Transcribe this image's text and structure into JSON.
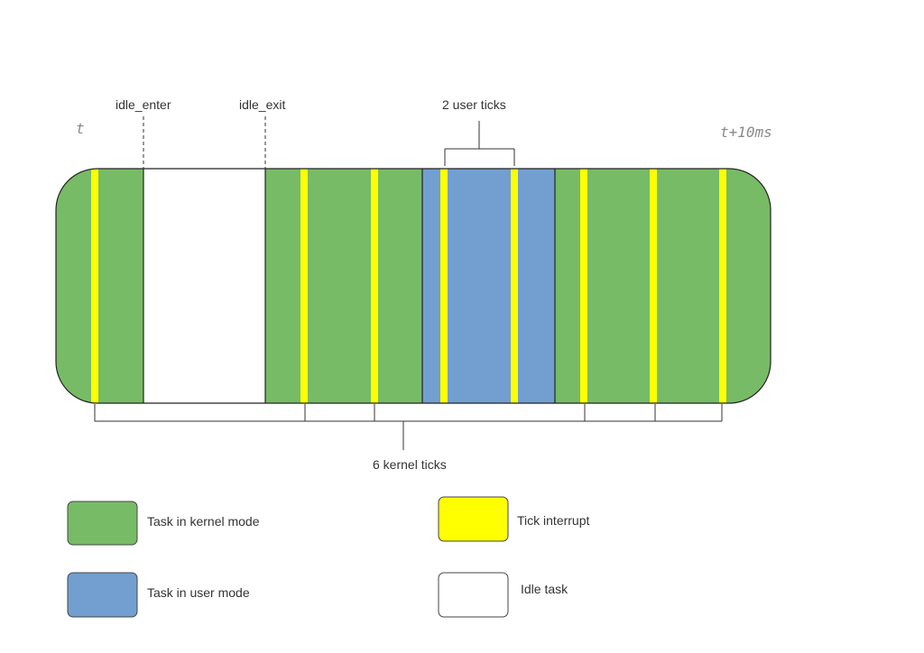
{
  "labels": {
    "time_start": "t",
    "time_end": "t+10ms",
    "idle_enter": "idle_enter",
    "idle_exit": "idle_exit",
    "user_ticks": "2 user ticks",
    "kernel_ticks": "6 kernel ticks"
  },
  "legend": {
    "kernel": "Task in kernel mode",
    "user": "Task in user mode",
    "tick": "Tick interrupt",
    "idle": "Idle task"
  },
  "colors": {
    "kernel": "#77bb66",
    "user": "#729fcf",
    "tick": "#ffff00",
    "idle": "#ffffff",
    "outline": "#222222"
  }
}
